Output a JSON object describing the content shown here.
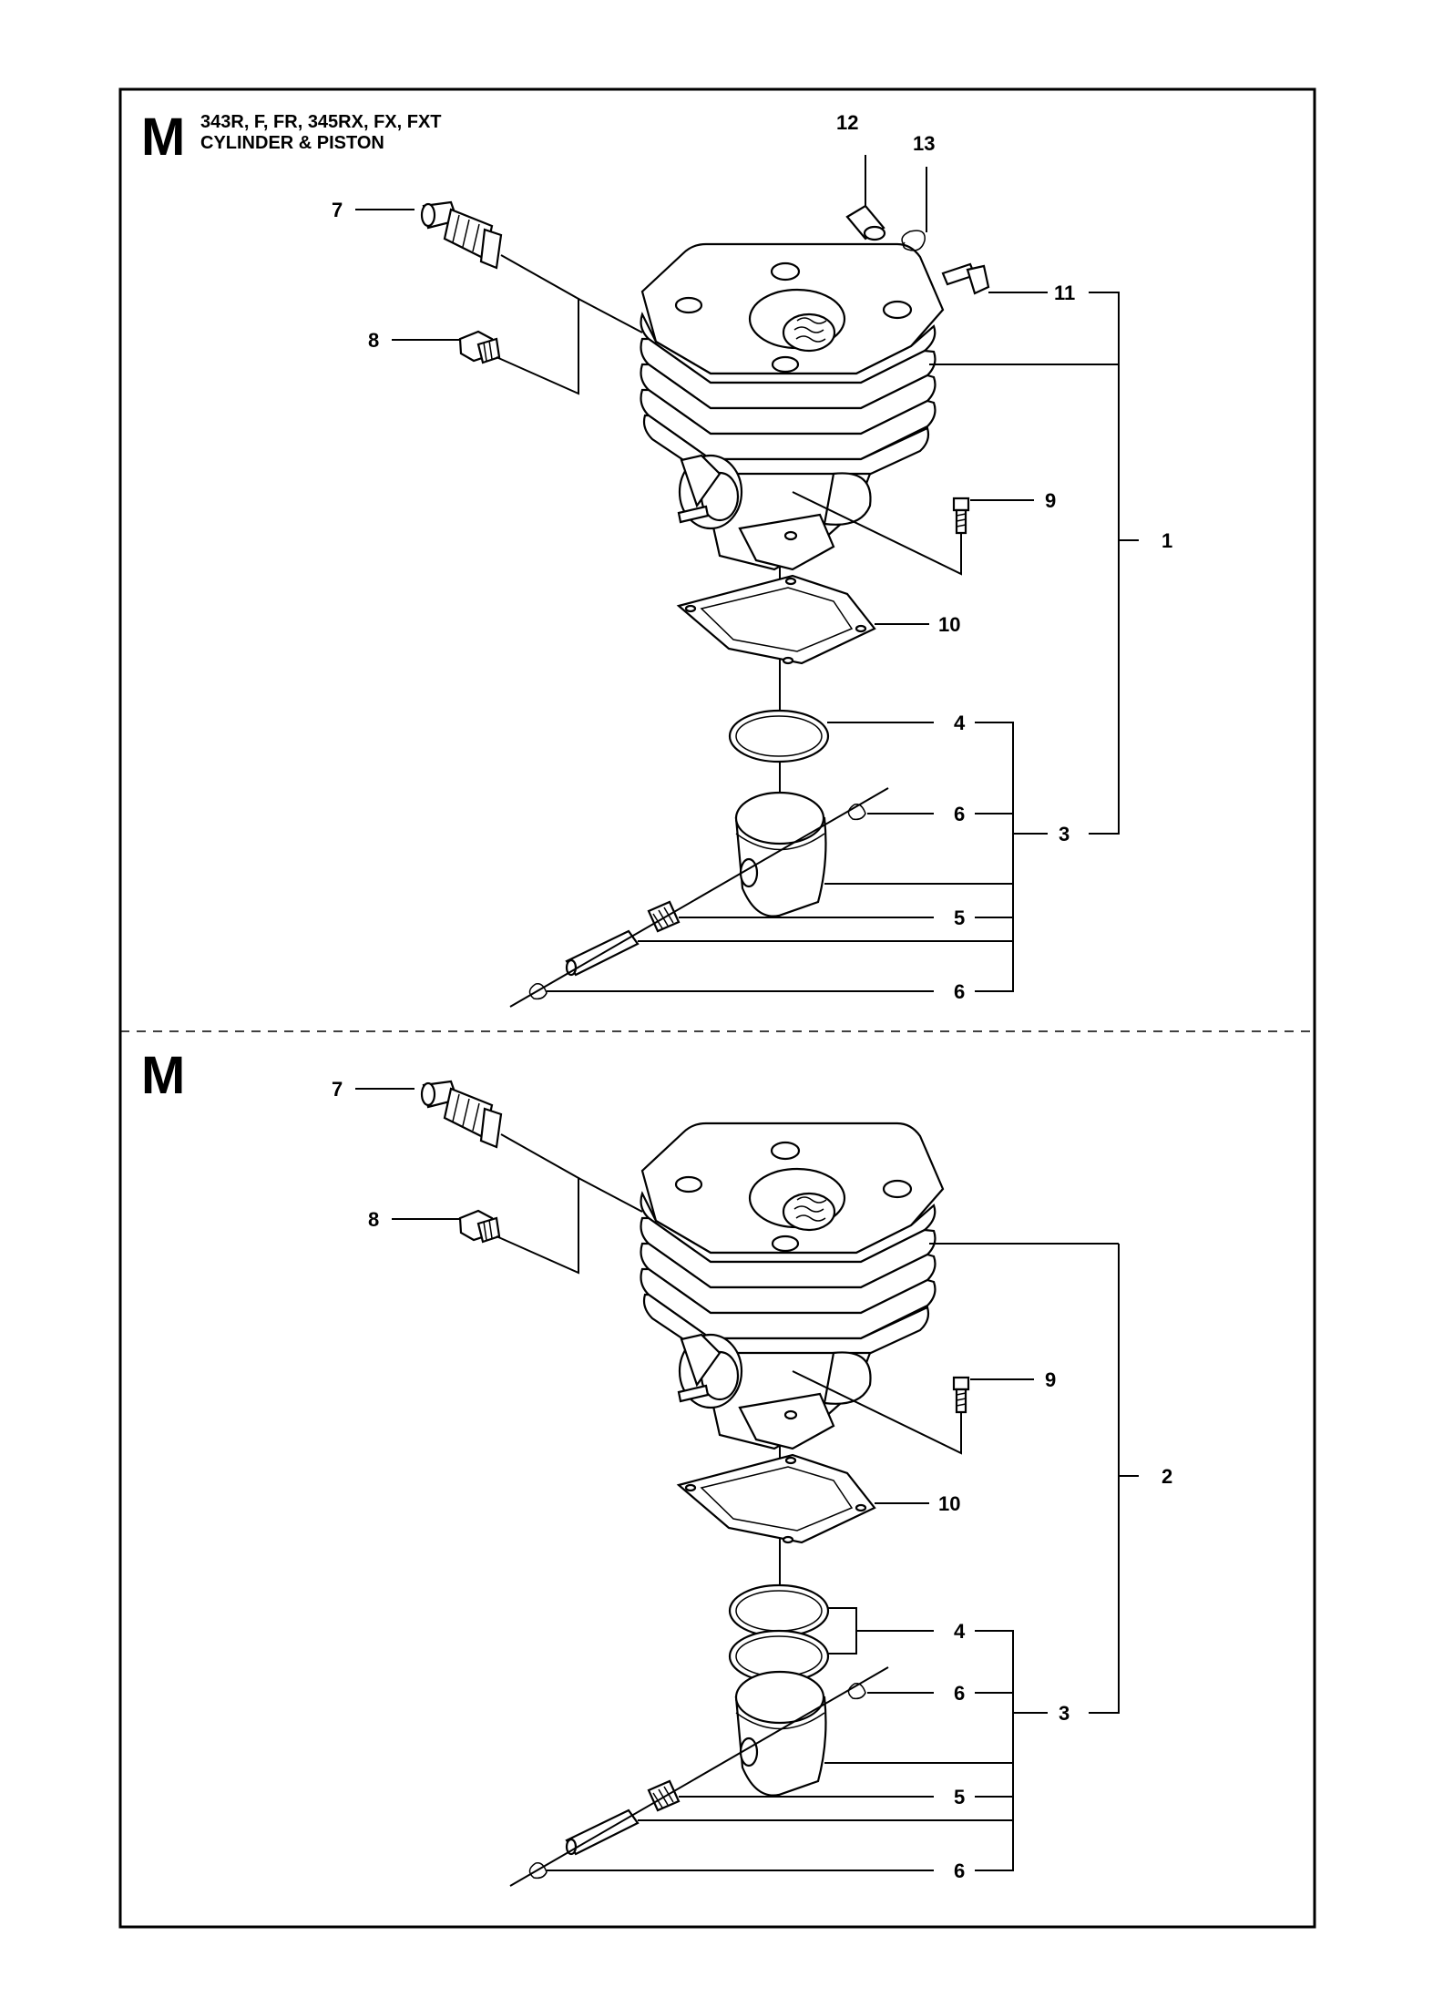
{
  "frame_color": "#000000",
  "top_section": {
    "letter": "M",
    "title_line1": "343R, F, FR, 345RX, FX, FXT",
    "title_line2": "CYLINDER & PISTON",
    "callouts": {
      "c7": "7",
      "c8": "8",
      "c12": "12",
      "c13": "13",
      "c11": "11",
      "c9": "9",
      "c1": "1",
      "c10": "10",
      "c4": "4",
      "c6a": "6",
      "c3": "3",
      "c5": "5",
      "c6b": "6"
    }
  },
  "bottom_section": {
    "letter": "M",
    "callouts": {
      "c7": "7",
      "c8": "8",
      "c9": "9",
      "c2": "2",
      "c10": "10",
      "c4": "4",
      "c6a": "6",
      "c3": "3",
      "c5": "5",
      "c6b": "6"
    }
  }
}
